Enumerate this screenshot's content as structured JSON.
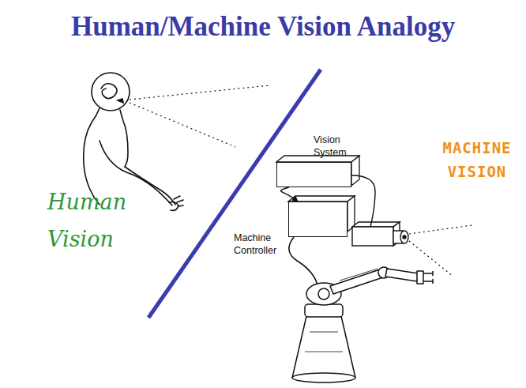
{
  "diagram": {
    "title": "Human/Machine Vision Analogy",
    "nodes": [
      {
        "text": [
          "Vision System"
        ]
      },
      {
        "text": [
          "Machine Controller"
        ]
      }
    ],
    "edges": [
      {
        "from": 0,
        "to": 1,
        "arrow": "to"
      }
    ],
    "labels": [
      "Human Vision",
      "MACHINE VISION"
    ]
  }
}
